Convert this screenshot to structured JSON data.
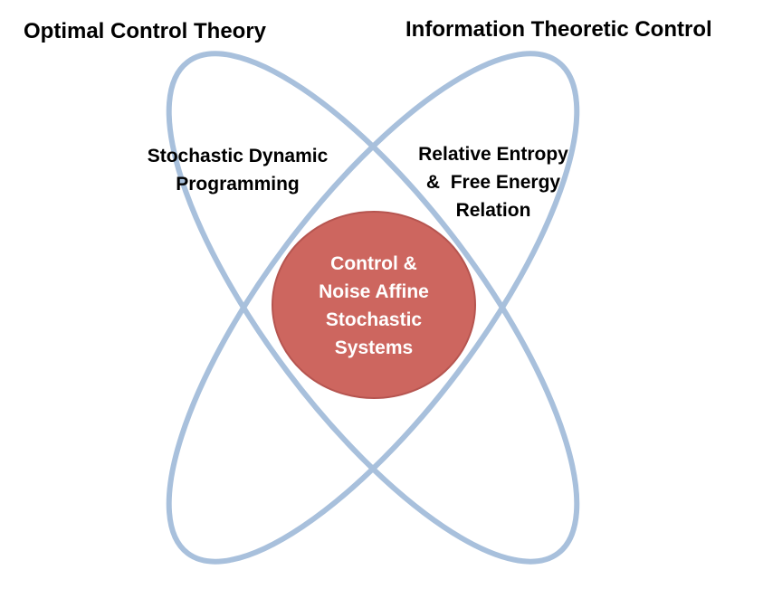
{
  "diagram": {
    "top_labels": {
      "left": "Optimal Control  Theory",
      "right": "Information Theoretic Control"
    },
    "regions": {
      "left": [
        "Stochastic Dynamic",
        "Programming"
      ],
      "right": [
        "Relative Entropy",
        "&  Free Energy",
        "Relation"
      ]
    },
    "center": {
      "lines": [
        "Control &",
        "Noise Affine",
        "Stochastic",
        "Systems"
      ]
    },
    "colors": {
      "ellipse_stroke": "#a8c0dc",
      "center_fill": "#cd665f",
      "center_stroke": "#b65550",
      "center_text": "#ffffff",
      "background": "#ffffff"
    }
  }
}
